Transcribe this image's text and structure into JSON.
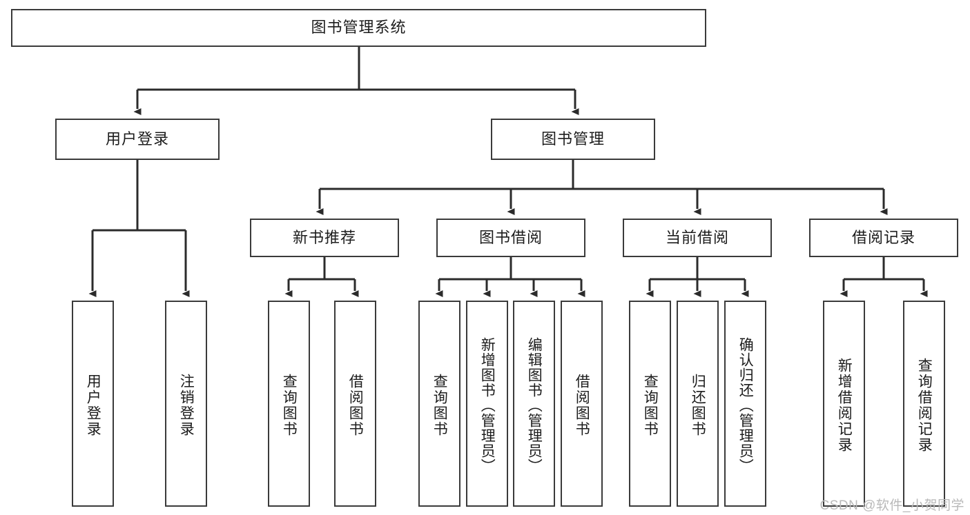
{
  "diagram": {
    "type": "tree-hierarchy-flowchart",
    "title": "图书管理系统",
    "line_color": "#3a3a3a",
    "box_fill": "#ffffff",
    "text_color": "#1c1c1c",
    "watermark": "CSDN @软件_小贺同学",
    "nodes": {
      "root": {
        "label": "图书管理系统"
      },
      "level2": [
        {
          "id": "user-login",
          "label": "用户登录"
        },
        {
          "id": "book-management",
          "label": "图书管理"
        }
      ],
      "level3": [
        {
          "id": "new-book-recommend",
          "label": "新书推荐"
        },
        {
          "id": "book-borrow",
          "label": "图书借阅"
        },
        {
          "id": "current-borrow",
          "label": "当前借阅"
        },
        {
          "id": "borrow-record",
          "label": "借阅记录"
        }
      ],
      "leaves": {
        "user-login": [
          {
            "id": "leaf-user-login",
            "label": "用户登录"
          },
          {
            "id": "leaf-user-logout",
            "label": "注销登录"
          }
        ],
        "new-book-recommend": [
          {
            "id": "leaf-query-book-1",
            "label": "查询图书"
          },
          {
            "id": "leaf-borrow-book-1",
            "label": "借阅图书"
          }
        ],
        "book-borrow": [
          {
            "id": "leaf-query-book-2",
            "label": "查询图书"
          },
          {
            "id": "leaf-add-book",
            "label": "新增图书（管理员）"
          },
          {
            "id": "leaf-edit-book",
            "label": "编辑图书（管理员）"
          },
          {
            "id": "leaf-borrow-book-2",
            "label": "借阅图书"
          }
        ],
        "current-borrow": [
          {
            "id": "leaf-query-book-3",
            "label": "查询图书"
          },
          {
            "id": "leaf-return-book",
            "label": "归还图书"
          },
          {
            "id": "leaf-confirm-return",
            "label": "确认归还（管理员）"
          }
        ],
        "borrow-record": [
          {
            "id": "leaf-add-record",
            "label": "新增借阅记录"
          },
          {
            "id": "leaf-query-record",
            "label": "查询借阅记录"
          }
        ]
      }
    }
  }
}
